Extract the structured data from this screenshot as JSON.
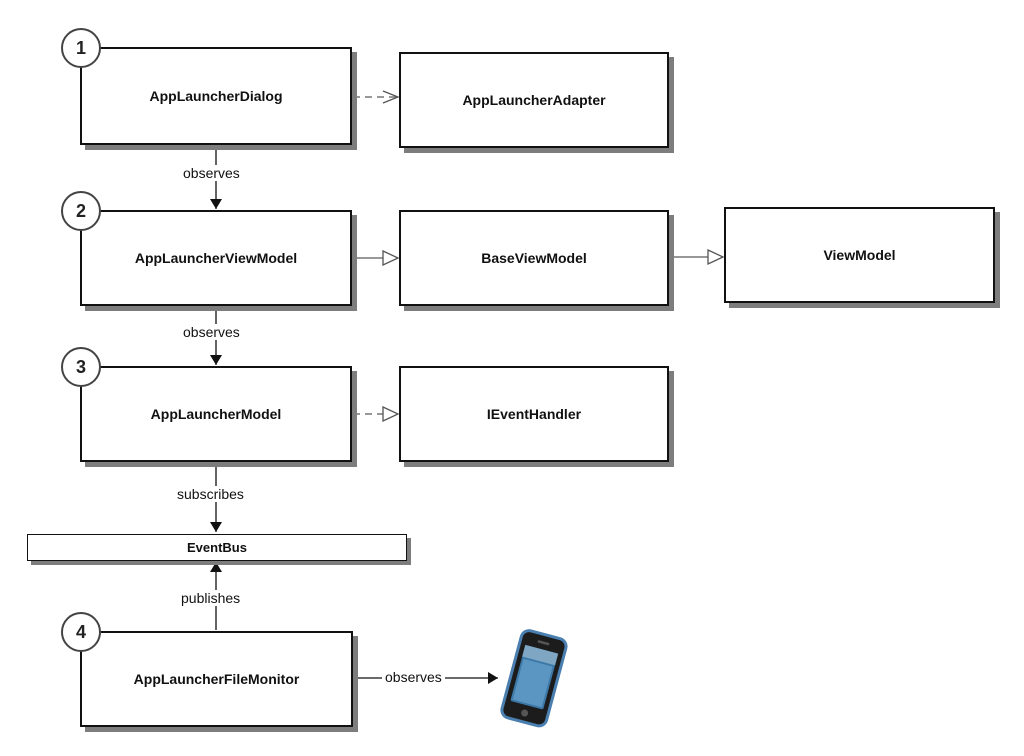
{
  "badges": [
    "1",
    "2",
    "3",
    "4"
  ],
  "boxes": {
    "app_launcher_dialog": "AppLauncherDialog",
    "app_launcher_adapter": "AppLauncherAdapter",
    "app_launcher_view_model": "AppLauncherViewModel",
    "base_view_model": "BaseViewModel",
    "view_model": "ViewModel",
    "app_launcher_model": "AppLauncherModel",
    "ievent_handler": "IEventHandler",
    "event_bus": "EventBus",
    "app_launcher_file_monitor": "AppLauncherFileMonitor"
  },
  "edges": {
    "observes_1": "observes",
    "observes_2": "observes",
    "subscribes": "subscribes",
    "publishes": "publishes",
    "observes_3": "observes"
  },
  "icons": {
    "device": "smartphone-icon"
  },
  "colors": {
    "border": "#111111",
    "shadow": "#7d7d7d",
    "badge_border": "#444444"
  }
}
